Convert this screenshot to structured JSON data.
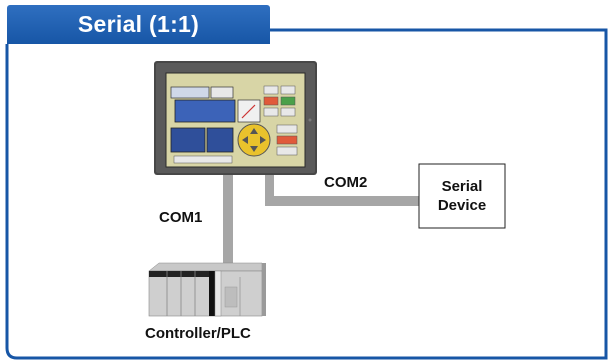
{
  "title": "Serial (1:1)",
  "ports": {
    "com1": "COM1",
    "com2": "COM2"
  },
  "devices": {
    "serial_device": {
      "line1": "Serial",
      "line2": "Device"
    },
    "controller": "Controller/PLC"
  },
  "colors": {
    "frame_blue": "#1756a6",
    "cable_gray": "#a6a6a6"
  }
}
